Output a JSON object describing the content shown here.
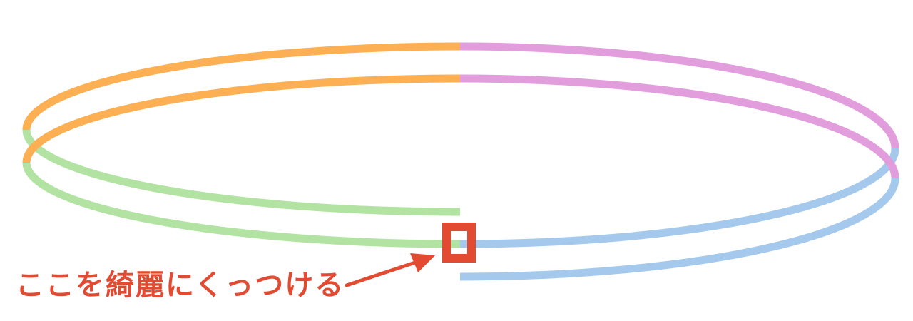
{
  "diagram": {
    "title": "Spiral ring with colored quadrant segments",
    "colors": {
      "orange": "#fdb053",
      "pink": "#e29ddd",
      "blue": "#a5c9ec",
      "green": "#b3e3a3",
      "annotation": "#e24a32"
    },
    "segments": [
      {
        "name": "orange-outer",
        "color": "orange"
      },
      {
        "name": "orange-inner",
        "color": "orange"
      },
      {
        "name": "pink-outer",
        "color": "pink"
      },
      {
        "name": "pink-inner",
        "color": "pink"
      },
      {
        "name": "blue-outer",
        "color": "blue"
      },
      {
        "name": "blue-inner",
        "color": "blue"
      },
      {
        "name": "green-outer",
        "color": "green"
      },
      {
        "name": "green-inner",
        "color": "green"
      }
    ],
    "highlight_box": {
      "label": "join-point"
    },
    "annotation": {
      "text": "ここを綺麗にくっつける"
    }
  }
}
